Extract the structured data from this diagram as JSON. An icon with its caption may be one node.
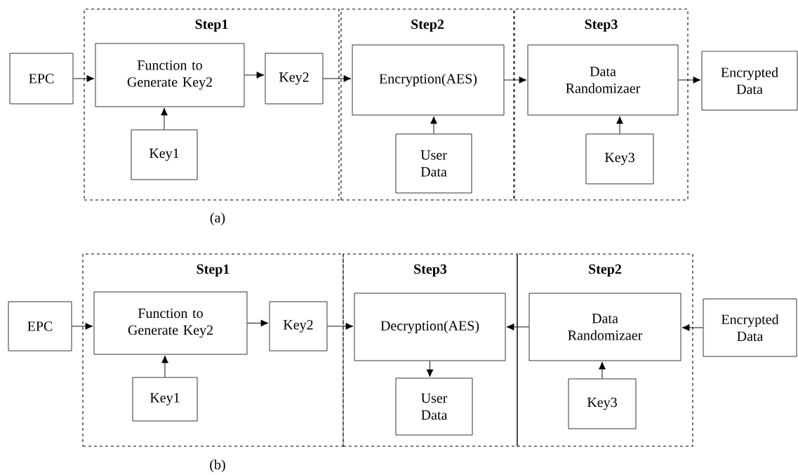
{
  "diagram": {
    "nodes": [
      {
        "text": [
          "Step1"
        ]
      },
      {
        "text": [
          "Step2"
        ]
      },
      {
        "text": [
          "Step3"
        ]
      },
      {
        "text": [
          "EPC"
        ]
      },
      {
        "text": [
          "Function to Generate Key2"
        ],
        "in": 0
      },
      {
        "text": [
          "Key1"
        ],
        "in": 0
      },
      {
        "text": [
          "Key2"
        ],
        "in": 0
      },
      {
        "text": [
          "Encryption(AES)"
        ],
        "in": 1
      },
      {
        "text": [
          "User Data"
        ],
        "in": 1
      },
      {
        "text": [
          "Data Randomizaer"
        ],
        "in": 2
      },
      {
        "text": [
          "Key3"
        ],
        "in": 2
      },
      {
        "text": [
          "Encrypted Data"
        ]
      },
      {
        "text": [
          "Step1"
        ]
      },
      {
        "text": [
          "Step3"
        ]
      },
      {
        "text": [
          "Step2"
        ]
      },
      {
        "text": [
          "EPC"
        ]
      },
      {
        "text": [
          "Function to Generate Key2"
        ],
        "in": 12
      },
      {
        "text": [
          "Key1"
        ],
        "in": 12
      },
      {
        "text": [
          "Key2"
        ],
        "in": 12
      },
      {
        "text": [
          "Decryption(AES)"
        ],
        "in": 13
      },
      {
        "text": [
          "User Data"
        ],
        "in": 13
      },
      {
        "text": [
          "Data Randomizaer"
        ],
        "in": 14
      },
      {
        "text": [
          "Key3"
        ],
        "in": 14
      },
      {
        "text": [
          "Encrypted Data"
        ]
      }
    ],
    "edges": [
      {
        "from": 3,
        "to": 4,
        "arrow": "to"
      },
      {
        "from": 5,
        "to": 4,
        "arrow": "to"
      },
      {
        "from": 4,
        "to": 6,
        "arrow": "to"
      },
      {
        "from": 6,
        "to": 7,
        "arrow": "to"
      },
      {
        "from": 8,
        "to": 7,
        "arrow": "to"
      },
      {
        "from": 7,
        "to": 9,
        "arrow": "to"
      },
      {
        "from": 10,
        "to": 9,
        "arrow": "to"
      },
      {
        "from": 9,
        "to": 11,
        "arrow": "to"
      },
      {
        "from": 15,
        "to": 16,
        "arrow": "to"
      },
      {
        "from": 17,
        "to": 16,
        "arrow": "to"
      },
      {
        "from": 16,
        "to": 18,
        "arrow": "to"
      },
      {
        "from": 18,
        "to": 19,
        "arrow": "to"
      },
      {
        "from": 19,
        "to": 20,
        "arrow": "to"
      },
      {
        "from": 21,
        "to": 19,
        "arrow": "to"
      },
      {
        "from": 22,
        "to": 21,
        "arrow": "to"
      },
      {
        "from": 23,
        "to": 21,
        "arrow": "to"
      }
    ],
    "labels": [
      "(a)",
      "(b)"
    ]
  }
}
